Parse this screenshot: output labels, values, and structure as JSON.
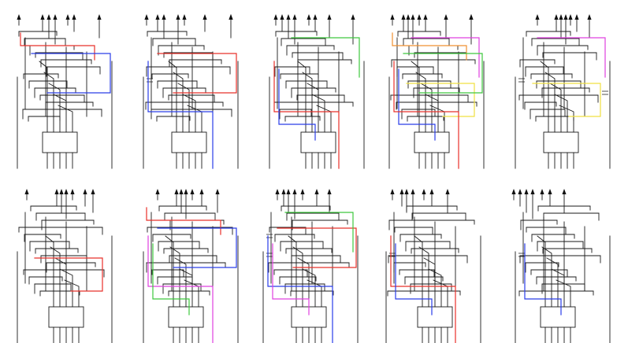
{
  "figure": {
    "panel_count": 10,
    "rows": 2,
    "columns": 5,
    "line_color": "#1a1a1a",
    "highlight_colors": {
      "red": "#e8302a",
      "blue": "#2a3de8",
      "green": "#3ec83e",
      "magenta": "#e040e0",
      "yellow": "#f0e040",
      "orange": "#f09030"
    },
    "panels": [
      {
        "id": "p1",
        "highlights": [
          "red",
          "blue"
        ]
      },
      {
        "id": "p2",
        "highlights": [
          "red",
          "blue"
        ]
      },
      {
        "id": "p3",
        "highlights": [
          "red",
          "blue",
          "green"
        ]
      },
      {
        "id": "p4",
        "highlights": [
          "blue",
          "magenta",
          "yellow",
          "orange",
          "green",
          "red"
        ]
      },
      {
        "id": "p5",
        "highlights": [
          "magenta",
          "yellow"
        ]
      },
      {
        "id": "p6",
        "highlights": [
          "red"
        ]
      },
      {
        "id": "p7",
        "highlights": [
          "red",
          "blue",
          "magenta",
          "green"
        ]
      },
      {
        "id": "p8",
        "highlights": [
          "red",
          "blue",
          "magenta",
          "green"
        ]
      },
      {
        "id": "p9",
        "highlights": [
          "red",
          "blue"
        ]
      },
      {
        "id": "p10",
        "highlights": [
          "blue"
        ]
      }
    ]
  }
}
